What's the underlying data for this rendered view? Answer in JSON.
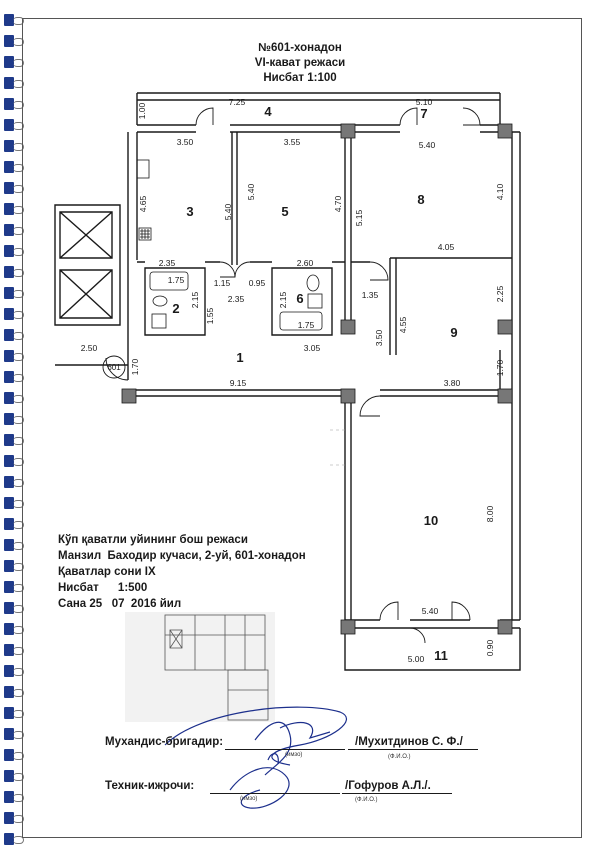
{
  "header": {
    "apartment": "№601-хонадон",
    "floor": "VI-кават режаси",
    "scale": "Нисбат 1:100"
  },
  "rooms": [
    "1",
    "2",
    "3",
    "4",
    "5",
    "6",
    "7",
    "8",
    "9",
    "10",
    "11"
  ],
  "door_tag": "601",
  "dimensions": {
    "d7_25": "7.25",
    "d1_00": "1.00",
    "d3_50a": "3.50",
    "d3_55": "3.55",
    "d5_10": "5.10",
    "d5_40a": "5.40",
    "d4_65": "4.65",
    "d5_40b": "5.40",
    "d5_40c": "5.40",
    "d4_70": "4.70",
    "d5_15": "5.15",
    "d4_10": "4.10",
    "d2_35a": "2.35",
    "d1_75a": "1.75",
    "d2_15a": "2.15",
    "d1_15": "1.15",
    "d2_35b": "2.35",
    "d0_95": "0.95",
    "d1_55": "1.55",
    "d2_60": "2.60",
    "d2_15b": "2.15",
    "d1_75b": "1.75",
    "d3_05": "3.05",
    "d4_05": "4.05",
    "d1_35": "1.35",
    "d2_25": "2.25",
    "d3_50b": "3.50",
    "d4_55": "4.55",
    "d2_50": "2.50",
    "d1_70a": "1.70",
    "d9_15": "9.15",
    "d3_80": "3.80",
    "d1_70b": "1.70",
    "d8_00": "8.00",
    "d5_40d": "5.40",
    "d5_00": "5.00",
    "d0_90": "0.90"
  },
  "info": {
    "line1": "Кўп қаватли уйининг бош режаси",
    "line2": "Манзил  Баходир кучаси, 2-уй, 601-хонадон",
    "line3": "Қаватлар сони IX",
    "line4": "Нисбат      1:500",
    "line5": "Сана 25   07  2016 йил"
  },
  "signatures": {
    "engineer_role": "Мухандис-бригадир:",
    "engineer_name": "/Мухитдинов С. Ф./",
    "engineer_fio": "(Ф.И.О.)",
    "technician_role": "Техник-ижрочи:",
    "technician_name": "/Гофуров А.Л./.",
    "technician_fio": "(Ф.И.О.)",
    "sign_label_1": "(имзо)",
    "sign_label_2": "(имзо)"
  },
  "colors": {
    "ink": "#1a1a1a",
    "binding": "#1f3a8a",
    "signature": "#1c2f8c"
  }
}
